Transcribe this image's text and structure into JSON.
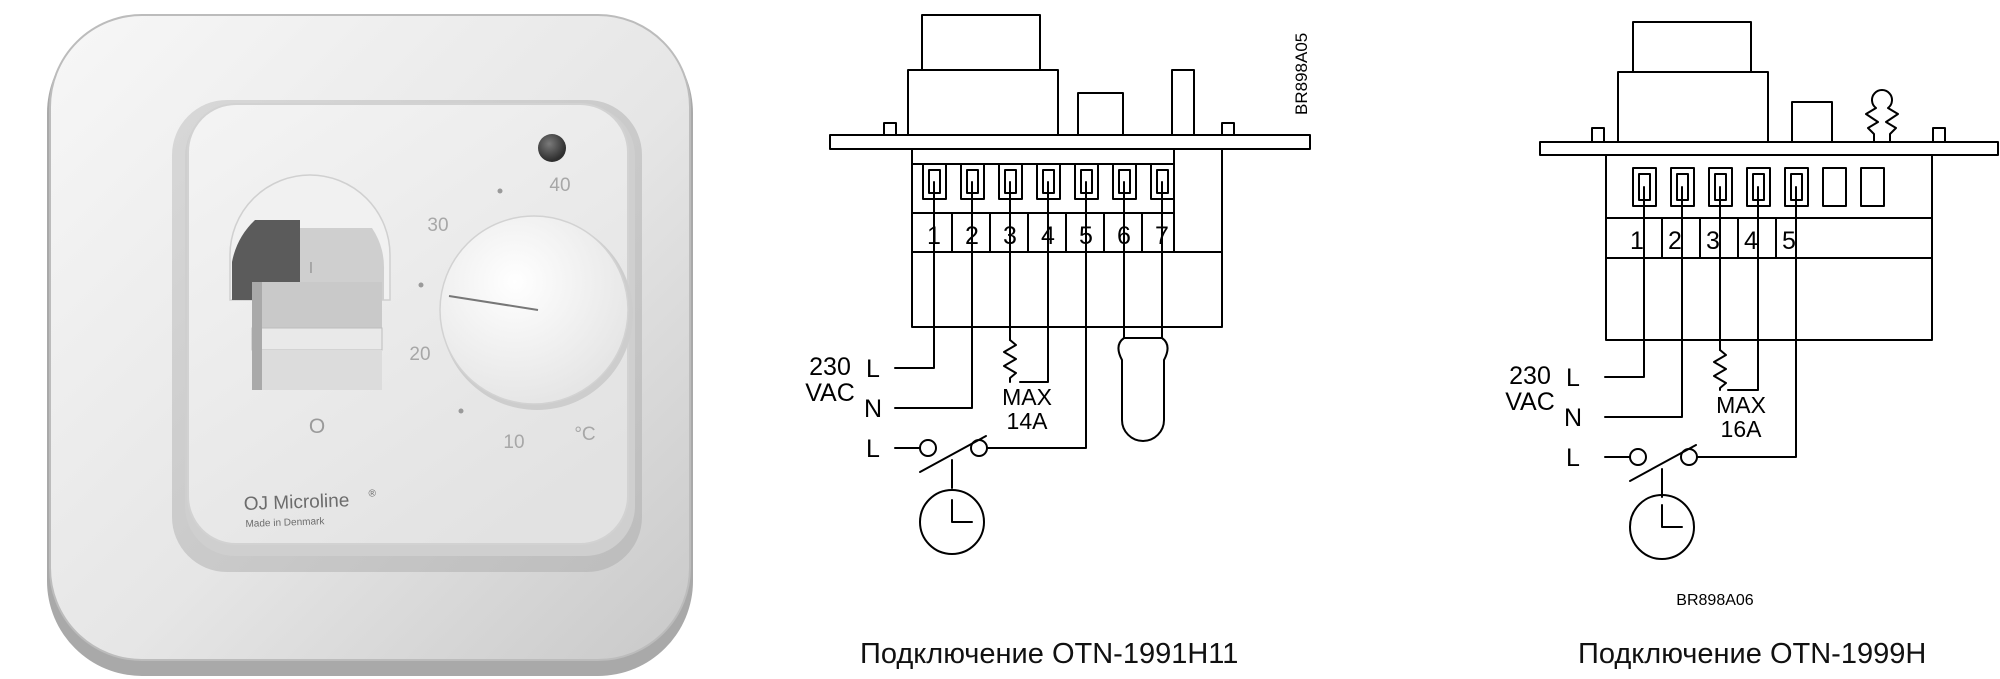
{
  "photo": {
    "brand": "OJ Microline",
    "brand_mark": "®",
    "made_in": "Made in Denmark",
    "dial_scale": {
      "t10": "10",
      "t20": "20",
      "t30": "30",
      "t40": "40",
      "unit": "°C"
    },
    "switch_on": "I",
    "switch_off": "O"
  },
  "diagram1": {
    "code": "BR898A05",
    "terminals": [
      "1",
      "2",
      "3",
      "4",
      "5",
      "6",
      "7"
    ],
    "voltage_value": "230",
    "voltage_unit": "VAC",
    "line_label": "L",
    "neutral_label": "N",
    "switch_line_label": "L",
    "max_label": "MAX",
    "max_current": "14A",
    "caption": "Подключение OTN-1991H11"
  },
  "diagram2": {
    "code": "BR898A06",
    "terminals": [
      "1",
      "2",
      "3",
      "4",
      "5"
    ],
    "voltage_value": "230",
    "voltage_unit": "VAC",
    "line_label": "L",
    "neutral_label": "N",
    "switch_line_label": "L",
    "max_label": "MAX",
    "max_current": "16A",
    "caption": "Подключение OTN-1999H"
  }
}
